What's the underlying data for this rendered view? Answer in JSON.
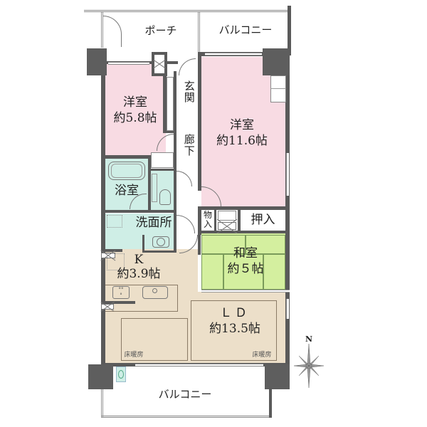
{
  "floorplan": {
    "colors": {
      "western_room": "#f8dbe3",
      "wet_area": "#cfeee6",
      "kitchen_living": "#ecdfc9",
      "washitsu": "#d4ef9f",
      "wall": "#5a5a5a",
      "exterior": "#ffffff"
    },
    "rooms": {
      "porch": {
        "label": "ポーチ"
      },
      "balcony_top": {
        "label": "バルコニー"
      },
      "western_room_1": {
        "name": "洋室",
        "size": "約5.8帖"
      },
      "entrance": {
        "label": "玄関"
      },
      "hallway": {
        "label": "廊下"
      },
      "western_room_2": {
        "name": "洋室",
        "size": "約11.6帖"
      },
      "bathroom": {
        "label": "浴室"
      },
      "storage": {
        "label": "物入"
      },
      "oshiire": {
        "label": "押入"
      },
      "washroom": {
        "label": "洗面所"
      },
      "kitchen": {
        "name": "K",
        "size": "約3.9帖"
      },
      "washitsu": {
        "name": "和室",
        "size": "約５帖"
      },
      "living_dining": {
        "name": "ＬＤ",
        "size": "約13.5帖"
      },
      "floor_heating_1": {
        "label": "床暖房"
      },
      "floor_heating_2": {
        "label": "床暖房"
      },
      "balcony_bottom": {
        "label": "バルコニー"
      }
    },
    "compass": {
      "label": "N",
      "icon": "compass-rose-icon"
    }
  }
}
